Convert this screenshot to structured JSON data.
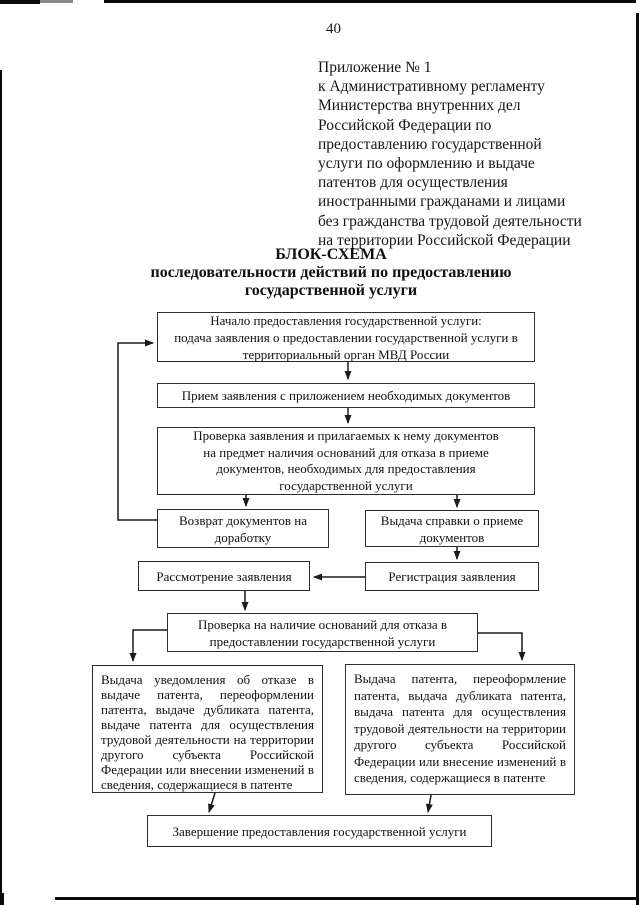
{
  "page": {
    "number": "40"
  },
  "header": {
    "appendix": "Приложение № 1\nк Административному регламенту\nМинистерства внутренних дел\nРоссийской Федерации по\nпредоставлению государственной\nуслуги по оформлению и выдаче\nпатентов для осуществления\nиностранными гражданами и лицами\nбез гражданства трудовой деятельности\nна территории Российской Федерации"
  },
  "title": {
    "text": "БЛОК-СХЕМА\nпоследовательности действий по предоставлению\nгосударственной услуги"
  },
  "flowchart": {
    "boxes": {
      "start": "Начало предоставления государственной услуги:\nподача заявления о предоставлении государственной услуги в\nтерриториальный орган МВД России",
      "accept": "Прием заявления с приложением необходимых документов",
      "check_docs": "Проверка заявления и прилагаемых к нему документов\nна предмет наличия оснований для отказа в приеме\nдокументов, необходимых для предоставления\nгосударственной услуги",
      "return_docs": "Возврат документов на\nдоработку",
      "issue_receipt": "Выдача справки о приеме\nдокументов",
      "review": "Рассмотрение заявления",
      "registration": "Регистрация заявления",
      "check_grounds": "Проверка на наличие оснований для отказа в\nпредоставлении государственной услуги",
      "refusal_notice": "Выдача уведомления об отказе в выдаче патента, переоформлении патента, выдаче дубликата патента, выдаче патента для осуществления трудовой деятельности на территории другого субъекта Российской Федерации или внесении изменений в сведения, содержащиеся в патенте",
      "issue_patent": "Выдача патента, переоформление патента, выдача дубликата патента, выдача патента для осуществления трудовой деятельности на территории другого субъекта Российской Федерации или внесение изменений в сведения, содержащиеся в патенте",
      "completion": "Завершение предоставления государственной услуги"
    }
  },
  "colors": {
    "ink": "#1a1a1a",
    "paper": "#ffffff"
  }
}
